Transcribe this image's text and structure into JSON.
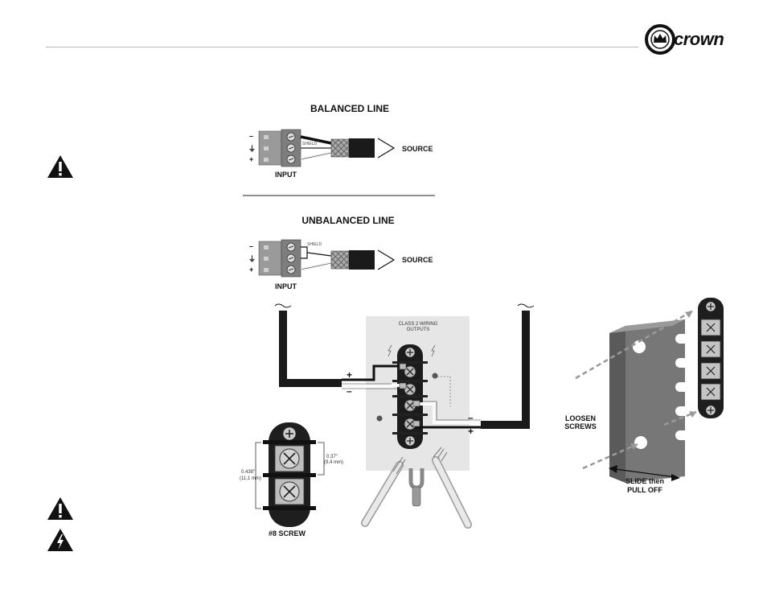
{
  "brand": {
    "name": "crown"
  },
  "balanced": {
    "title": "BALANCED LINE",
    "pins": [
      "–",
      "⏚",
      "+"
    ],
    "shield_label": "SHIELD",
    "input_label": "INPUT",
    "source_label": "SOURCE"
  },
  "unbalanced": {
    "title": "UNBALANCED LINE",
    "pins": [
      "–",
      "⏚",
      "+"
    ],
    "shield_label": "SHIELD",
    "input_label": "INPUT",
    "source_label": "SOURCE"
  },
  "output_panel": {
    "title_line1": "CLASS 2 WIRING",
    "title_line2": "OUTPUTS",
    "plus": "+",
    "minus": "–"
  },
  "screw_detail": {
    "dim_width": "0.37\"",
    "dim_width_mm": "(9,4 mm)",
    "dim_height": "0.438\"",
    "dim_height_mm": "(11,1 mm)",
    "caption": "#8 SCREW"
  },
  "cover": {
    "loosen_line1": "LOOSEN",
    "loosen_line2": "SCREWS",
    "slide_line1": "SLIDE then",
    "slide_line2": "PULL OFF"
  },
  "icons": [
    "crown-logo-icon",
    "warning-icon",
    "electric-shock-icon"
  ]
}
